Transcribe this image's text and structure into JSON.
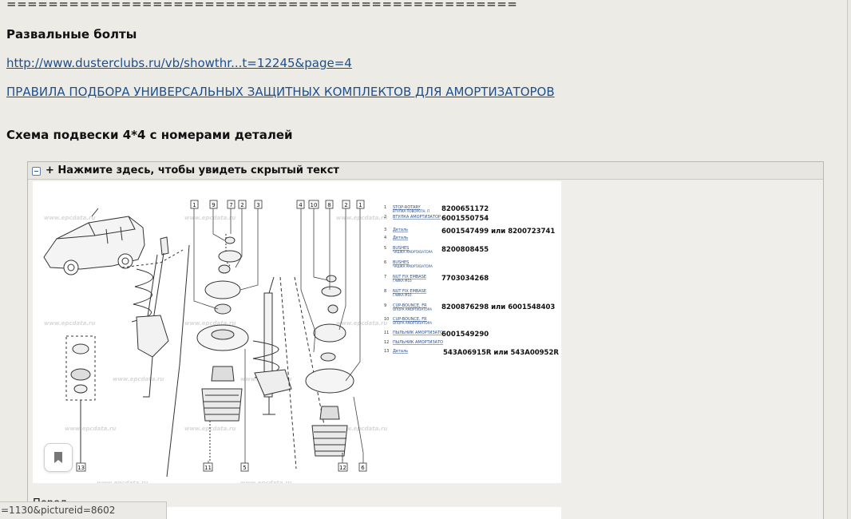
{
  "post": {
    "divider": "=================================================",
    "heading_bolts": "Развальные болты",
    "link_forum": "http://www.dusterclubs.ru/vb/showthr...t=12245&page=4",
    "link_rules": "ПРАВИЛА ПОДБОРА УНИВЕРСАЛЬНЫХ ЗАЩИТНЫХ КОМПЛЕКТОВ ДЛЯ АМОРТИЗАТОРОВ",
    "heading_scheme": "Схема подвески 4*4 с номерами деталей"
  },
  "spoiler": {
    "label": "+ Нажмите здесь, чтобы увидеть скрытый текст",
    "caption": "Перед"
  },
  "diagram": {
    "watermark": "www.epcdata.ru",
    "callouts_top": [
      "1",
      "9",
      "7",
      "2",
      "3",
      "4",
      "10",
      "8",
      "2",
      "1"
    ],
    "callouts_bottom": [
      "13",
      "11",
      "5",
      "12",
      "6"
    ],
    "parts": [
      {
        "num": "1",
        "name": "STOP-ROTARY",
        "sub": "ВТУЛКА ПОВОРОТН. П",
        "code": "8200651172"
      },
      {
        "num": "2",
        "name": "ВТУЛКА АМОРТИЗАТОР",
        "sub": "",
        "code": "6001550754"
      },
      {
        "num": "3",
        "name": "Деталь",
        "sub": "",
        "code": "6001547499 или 8200723741"
      },
      {
        "num": "4",
        "name": "Деталь",
        "sub": "",
        "code": ""
      },
      {
        "num": "5",
        "name": "BUSHES",
        "sub": "ЧАШКА АМОРТИЗАТОРА",
        "code": "8200808455"
      },
      {
        "num": "6",
        "name": "BUSHES",
        "sub": "ЧАШКА АМОРТИЗАТОРА",
        "code": ""
      },
      {
        "num": "7",
        "name": "NUT FIX EMBASE",
        "sub": "ГАЙКА М10",
        "code": "7703034268"
      },
      {
        "num": "8",
        "name": "NUT FIX EMBASE",
        "sub": "ГАЙКА М10",
        "code": ""
      },
      {
        "num": "9",
        "name": "CUP-BOUNCE, FR",
        "sub": "ОПОРА АМОРТИЗАТОРА",
        "code": "8200876298 или 6001548403"
      },
      {
        "num": "10",
        "name": "CUP-BOUNCE, FR",
        "sub": "ОПОРА АМОРТИЗАТОРА",
        "code": ""
      },
      {
        "num": "11",
        "name": "ПЫЛЬНИК АМОРТИЗАТО",
        "sub": "",
        "code": "6001549290"
      },
      {
        "num": "12",
        "name": "ПЫЛЬНИК АМОРТИЗАТО",
        "sub": "",
        "code": ""
      },
      {
        "num": "13",
        "name": "Деталь",
        "sub": "",
        "code": "543A06915R или 543A00952R"
      }
    ]
  },
  "status_bar": {
    "url": "=1130&pictureid=8602"
  },
  "colors": {
    "link": "#1d4f8c",
    "background": "#ecebe6",
    "spoiler_border": "#b9b8b2"
  }
}
